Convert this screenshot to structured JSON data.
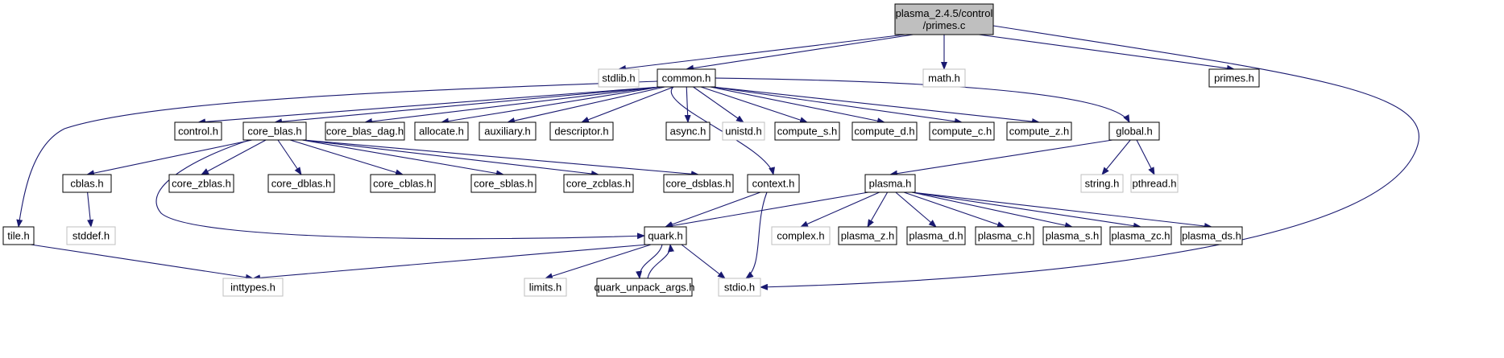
{
  "graph": {
    "title": "Include dependency graph for primes.c",
    "edge_color": "#191970",
    "node_border_color": "#000000",
    "external_node_border_color": "#bfbfbf",
    "root_fill_color": "#bfbfbf",
    "nodes": [
      {
        "id": "root",
        "label": "plasma_2.4.5/control\n/primes.c",
        "kind": "root"
      },
      {
        "id": "stdlib",
        "label": "stdlib.h",
        "kind": "external"
      },
      {
        "id": "common",
        "label": "common.h",
        "kind": "local"
      },
      {
        "id": "math",
        "label": "math.h",
        "kind": "external"
      },
      {
        "id": "primes",
        "label": "primes.h",
        "kind": "local"
      },
      {
        "id": "control",
        "label": "control.h",
        "kind": "local"
      },
      {
        "id": "core_blas",
        "label": "core_blas.h",
        "kind": "local"
      },
      {
        "id": "core_blas_dag",
        "label": "core_blas_dag.h",
        "kind": "local"
      },
      {
        "id": "allocate",
        "label": "allocate.h",
        "kind": "local"
      },
      {
        "id": "auxiliary",
        "label": "auxiliary.h",
        "kind": "local"
      },
      {
        "id": "descriptor",
        "label": "descriptor.h",
        "kind": "local"
      },
      {
        "id": "async",
        "label": "async.h",
        "kind": "local"
      },
      {
        "id": "unistd",
        "label": "unistd.h",
        "kind": "external"
      },
      {
        "id": "compute_s",
        "label": "compute_s.h",
        "kind": "local"
      },
      {
        "id": "compute_d",
        "label": "compute_d.h",
        "kind": "local"
      },
      {
        "id": "compute_c",
        "label": "compute_c.h",
        "kind": "local"
      },
      {
        "id": "compute_z",
        "label": "compute_z.h",
        "kind": "local"
      },
      {
        "id": "global",
        "label": "global.h",
        "kind": "local"
      },
      {
        "id": "cblas",
        "label": "cblas.h",
        "kind": "local"
      },
      {
        "id": "core_zblas",
        "label": "core_zblas.h",
        "kind": "local"
      },
      {
        "id": "core_dblas",
        "label": "core_dblas.h",
        "kind": "local"
      },
      {
        "id": "core_cblas",
        "label": "core_cblas.h",
        "kind": "local"
      },
      {
        "id": "core_sblas",
        "label": "core_sblas.h",
        "kind": "local"
      },
      {
        "id": "core_zcblas",
        "label": "core_zcblas.h",
        "kind": "local"
      },
      {
        "id": "core_dsblas",
        "label": "core_dsblas.h",
        "kind": "local"
      },
      {
        "id": "context",
        "label": "context.h",
        "kind": "local"
      },
      {
        "id": "plasma",
        "label": "plasma.h",
        "kind": "local"
      },
      {
        "id": "string",
        "label": "string.h",
        "kind": "external"
      },
      {
        "id": "pthread",
        "label": "pthread.h",
        "kind": "external"
      },
      {
        "id": "tile",
        "label": "tile.h",
        "kind": "local"
      },
      {
        "id": "stddef",
        "label": "stddef.h",
        "kind": "external"
      },
      {
        "id": "quark",
        "label": "quark.h",
        "kind": "local"
      },
      {
        "id": "complex",
        "label": "complex.h",
        "kind": "external"
      },
      {
        "id": "plasma_z",
        "label": "plasma_z.h",
        "kind": "local"
      },
      {
        "id": "plasma_d",
        "label": "plasma_d.h",
        "kind": "local"
      },
      {
        "id": "plasma_c",
        "label": "plasma_c.h",
        "kind": "local"
      },
      {
        "id": "plasma_s",
        "label": "plasma_s.h",
        "kind": "local"
      },
      {
        "id": "plasma_zc",
        "label": "plasma_zc.h",
        "kind": "local"
      },
      {
        "id": "plasma_ds",
        "label": "plasma_ds.h",
        "kind": "local"
      },
      {
        "id": "inttypes",
        "label": "inttypes.h",
        "kind": "external"
      },
      {
        "id": "limits",
        "label": "limits.h",
        "kind": "external"
      },
      {
        "id": "quark_unpack_args",
        "label": "quark_unpack_args.h",
        "kind": "local"
      },
      {
        "id": "stdio",
        "label": "stdio.h",
        "kind": "external"
      }
    ],
    "edges": [
      [
        "root",
        "stdlib"
      ],
      [
        "root",
        "common"
      ],
      [
        "root",
        "math"
      ],
      [
        "root",
        "primes"
      ],
      [
        "root",
        "stdio"
      ],
      [
        "common",
        "control"
      ],
      [
        "common",
        "core_blas"
      ],
      [
        "common",
        "core_blas_dag"
      ],
      [
        "common",
        "allocate"
      ],
      [
        "common",
        "auxiliary"
      ],
      [
        "common",
        "descriptor"
      ],
      [
        "common",
        "async"
      ],
      [
        "common",
        "unistd"
      ],
      [
        "common",
        "compute_s"
      ],
      [
        "common",
        "compute_d"
      ],
      [
        "common",
        "compute_c"
      ],
      [
        "common",
        "compute_z"
      ],
      [
        "common",
        "global"
      ],
      [
        "common",
        "context"
      ],
      [
        "common",
        "tile"
      ],
      [
        "core_blas",
        "cblas"
      ],
      [
        "core_blas",
        "core_zblas"
      ],
      [
        "core_blas",
        "core_dblas"
      ],
      [
        "core_blas",
        "core_cblas"
      ],
      [
        "core_blas",
        "core_sblas"
      ],
      [
        "core_blas",
        "core_zcblas"
      ],
      [
        "core_blas",
        "core_dsblas"
      ],
      [
        "core_blas",
        "quark"
      ],
      [
        "global",
        "plasma"
      ],
      [
        "global",
        "string"
      ],
      [
        "global",
        "pthread"
      ],
      [
        "cblas",
        "stddef"
      ],
      [
        "context",
        "quark"
      ],
      [
        "context",
        "stdio"
      ],
      [
        "plasma",
        "quark"
      ],
      [
        "plasma",
        "complex"
      ],
      [
        "plasma",
        "plasma_z"
      ],
      [
        "plasma",
        "plasma_d"
      ],
      [
        "plasma",
        "plasma_c"
      ],
      [
        "plasma",
        "plasma_s"
      ],
      [
        "plasma",
        "plasma_zc"
      ],
      [
        "plasma",
        "plasma_ds"
      ],
      [
        "tile",
        "inttypes"
      ],
      [
        "quark",
        "inttypes"
      ],
      [
        "quark",
        "limits"
      ],
      [
        "quark",
        "quark_unpack_args"
      ],
      [
        "quark",
        "stdio"
      ],
      [
        "quark_unpack_args",
        "quark"
      ]
    ]
  }
}
